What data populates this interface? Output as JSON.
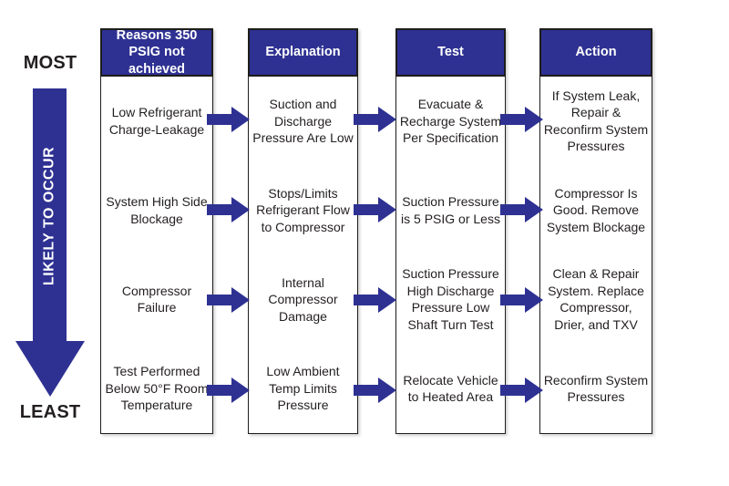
{
  "palette": {
    "navy": "#2e3192",
    "text": "#231f20",
    "border": "#1d1d1b",
    "background": "#ffffff"
  },
  "likelihood": {
    "most": "MOST",
    "least": "LEAST",
    "axis": "LIKELY TO OCCUR"
  },
  "icons": {
    "down_block_arrow": "likelihood direction arrow",
    "right_block_arrow": "flow connector arrow"
  },
  "columns": [
    {
      "header": "Reasons 350 PSIG not achieved",
      "rows": [
        "Low Refrigerant Charge-Leakage",
        "System High Side Blockage",
        "Compressor Failure",
        "Test Performed Below 50°F Room Temperature"
      ]
    },
    {
      "header": "Explanation",
      "rows": [
        "Suction and Discharge Pressure Are Low",
        "Stops/Limits Refrigerant Flow to Compressor",
        "Internal Compressor Damage",
        "Low Ambient Temp Limits Pressure"
      ]
    },
    {
      "header": "Test",
      "rows": [
        "Evacuate & Recharge System Per Specification",
        "Suction Pressure is 5 PSIG or Less",
        "Suction Pressure High Discharge Pressure Low Shaft Turn Test",
        "Relocate Vehicle to Heated Area"
      ]
    },
    {
      "header": "Action",
      "rows": [
        "If System Leak, Repair & Reconfirm System Pressures",
        "Compressor Is Good. Remove System Blockage",
        "Clean & Repair System. Replace Compressor, Drier, and TXV",
        "Reconfirm System Pressures"
      ]
    }
  ]
}
